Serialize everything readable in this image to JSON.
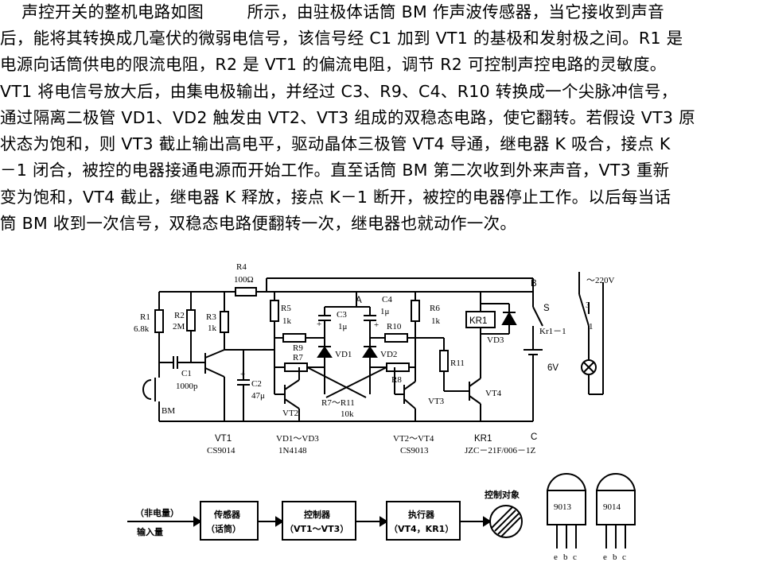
{
  "paragraph": [
    "    声控开关的整机电路如图        所示，由驻极体话筒 BM 作声波传感器，当它接收到声音",
    "后，能将其转换成几毫伏的微弱电信号，该信号经 C1 加到 VT1 的基极和发射极之间。R1 是",
    "电源向话筒供电的限流电阻，R2 是 VT1 的偏流电阻，调节 R2 可控制声控电路的灵敏度。",
    "VT1 将电信号放大后，由集电极输出，并经过 C3、R9、C4、R10 转换成一个尖脉冲信号，",
    "通过隔离二极管 VD1、VD2 触发由 VT2、VT3 组成的双稳态电路，使它翻转。若假设 VT3 原",
    "状态为饱和，则 VT3 截止输出高电平，驱动晶体三极管 VT4 导通，继电器 K 吸合，接点 K",
    "－1 闭合，被控的电器接通电源而开始工作。直至话筒 BM 第二次收到外来声音，VT3 重新",
    "变为饱和，VT4 截止，继电器 K 释放，接点 K－1 断开，被控的电器停止工作。以后每当话",
    "筒 BM 收到一次信号，双稳态电路便翻转一次，继电器也就动作一次。"
  ],
  "circuit": {
    "r4": "R4",
    "r4_val": "100Ω",
    "r1": "R1",
    "r1_val": "6.8k",
    "r2": "R2",
    "r2_val": "2M",
    "r3": "R3",
    "r3_val": "1k",
    "c1": "C1",
    "c1_val": "1000p",
    "c2": "C2",
    "c2_val": "47μ",
    "bm": "BM",
    "r5": "R5",
    "r5_val": "1k",
    "c3": "C3",
    "c3_val": "1μ",
    "c4": "C4",
    "c4_val": "1μ",
    "node_a": "A",
    "r9": "R9",
    "r7": "R7",
    "vd1": "VD1",
    "vd2": "VD2",
    "r10": "R10",
    "r8": "R8",
    "r6": "R6",
    "r6_val": "1k",
    "r11": "R11",
    "vt2": "VT2",
    "vt3": "VT3",
    "vt4": "VT4",
    "r7_r11": "R7～R11",
    "r7_r11_val": "10k",
    "kr1": "KR1",
    "vd3": "VD3",
    "node_b": "B",
    "node_c": "C",
    "switch_s": "S",
    "kr1_1": "Kr1－1",
    "contact_3": "3",
    "contact_1": "1",
    "mains": "～220V",
    "batt": "6V",
    "vt1": "VT1",
    "vt1_type": "CS9014",
    "vd_range": "VD1～VD3",
    "vd_type": "1N4148",
    "vt_range": "VT2～VT4",
    "vt_type": "CS9013",
    "relay_name": "KR1",
    "relay_type": "JZC－21F/006－1Z"
  },
  "block": {
    "input_top": "（非电量）",
    "input_bottom": "输入量",
    "sensor": "传感器",
    "sensor_sub": "（话筒）",
    "controller": "控制器",
    "controller_sub": "（VT1～VT3）",
    "actuator": "执行器",
    "actuator_sub": "（VT4，KR1）",
    "target": "控制对象"
  },
  "pinout": {
    "t1": "9013",
    "t2": "9014",
    "e": "e",
    "b": "b",
    "c": "c"
  }
}
